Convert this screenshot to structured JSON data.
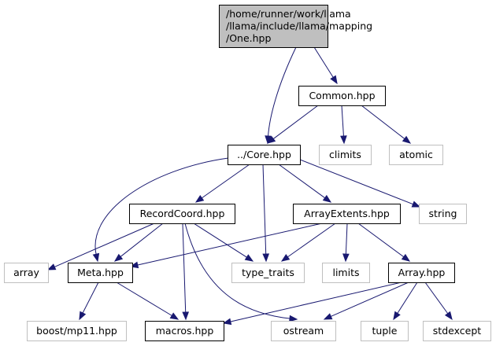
{
  "graph": {
    "colors": {
      "edge": "#191970",
      "root_fill": "#bfbfbf",
      "node_border": "#000000",
      "external_border": "#bfbfbf",
      "background": "#ffffff"
    },
    "nodes": [
      {
        "id": "one",
        "kind": "root",
        "lines": [
          "/home/runner/work/llama",
          "/llama/include/llama/mapping",
          "/One.hpp"
        ]
      },
      {
        "id": "common",
        "kind": "internal",
        "lines": [
          "Common.hpp"
        ]
      },
      {
        "id": "core",
        "kind": "internal",
        "lines": [
          "../Core.hpp"
        ]
      },
      {
        "id": "climits",
        "kind": "external",
        "lines": [
          "climits"
        ]
      },
      {
        "id": "atomic",
        "kind": "external",
        "lines": [
          "atomic"
        ]
      },
      {
        "id": "recordcoord",
        "kind": "internal",
        "lines": [
          "RecordCoord.hpp"
        ]
      },
      {
        "id": "arrayextents",
        "kind": "internal",
        "lines": [
          "ArrayExtents.hpp"
        ]
      },
      {
        "id": "string",
        "kind": "external",
        "lines": [
          "string"
        ]
      },
      {
        "id": "array",
        "kind": "external",
        "lines": [
          "array"
        ]
      },
      {
        "id": "meta",
        "kind": "internal",
        "lines": [
          "Meta.hpp"
        ]
      },
      {
        "id": "type_traits",
        "kind": "external",
        "lines": [
          "type_traits"
        ]
      },
      {
        "id": "limits",
        "kind": "external",
        "lines": [
          "limits"
        ]
      },
      {
        "id": "arrayhpp",
        "kind": "internal",
        "lines": [
          "Array.hpp"
        ]
      },
      {
        "id": "mp11",
        "kind": "external",
        "lines": [
          "boost/mp11.hpp"
        ]
      },
      {
        "id": "macros",
        "kind": "internal",
        "lines": [
          "macros.hpp"
        ]
      },
      {
        "id": "ostream",
        "kind": "external",
        "lines": [
          "ostream"
        ]
      },
      {
        "id": "tuple",
        "kind": "external",
        "lines": [
          "tuple"
        ]
      },
      {
        "id": "stdexcept",
        "kind": "external",
        "lines": [
          "stdexcept"
        ]
      }
    ],
    "edges": [
      {
        "from": "one",
        "to": "core"
      },
      {
        "from": "one",
        "to": "common"
      },
      {
        "from": "common",
        "to": "core"
      },
      {
        "from": "common",
        "to": "climits"
      },
      {
        "from": "common",
        "to": "atomic"
      },
      {
        "from": "core",
        "to": "meta"
      },
      {
        "from": "core",
        "to": "recordcoord"
      },
      {
        "from": "core",
        "to": "type_traits"
      },
      {
        "from": "core",
        "to": "arrayextents"
      },
      {
        "from": "core",
        "to": "string"
      },
      {
        "from": "recordcoord",
        "to": "array"
      },
      {
        "from": "recordcoord",
        "to": "meta"
      },
      {
        "from": "recordcoord",
        "to": "type_traits"
      },
      {
        "from": "recordcoord",
        "to": "macros"
      },
      {
        "from": "recordcoord",
        "to": "ostream"
      },
      {
        "from": "arrayextents",
        "to": "meta"
      },
      {
        "from": "arrayextents",
        "to": "type_traits"
      },
      {
        "from": "arrayextents",
        "to": "limits"
      },
      {
        "from": "arrayextents",
        "to": "arrayhpp"
      },
      {
        "from": "meta",
        "to": "mp11"
      },
      {
        "from": "meta",
        "to": "macros"
      },
      {
        "from": "arrayhpp",
        "to": "macros"
      },
      {
        "from": "arrayhpp",
        "to": "ostream"
      },
      {
        "from": "arrayhpp",
        "to": "tuple"
      },
      {
        "from": "arrayhpp",
        "to": "stdexcept"
      }
    ]
  }
}
